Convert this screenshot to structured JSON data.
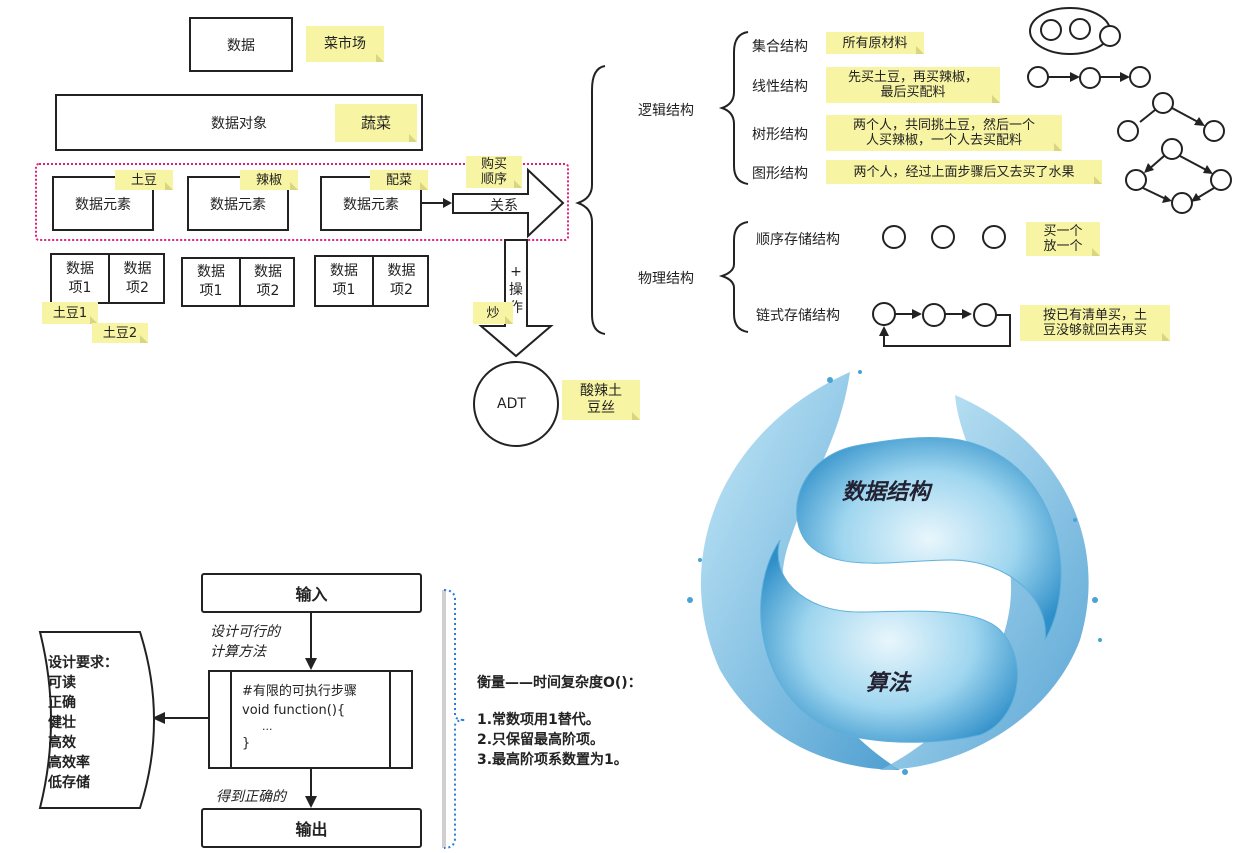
{
  "left_diagram": {
    "data": "数据",
    "market": "菜市场",
    "data_object": "数据对象",
    "vegetable": "蔬菜",
    "elements": [
      {
        "label": "数据元素",
        "note": "土豆"
      },
      {
        "label": "数据元素",
        "note": "辣椒"
      },
      {
        "label": "数据元素",
        "note": "配菜"
      }
    ],
    "buy_order": "购买\n顺序",
    "relation": "关系",
    "operation": "+\n操\n作",
    "stir_fry": "炒",
    "adt": "ADT",
    "dish": "酸辣土\n豆丝",
    "items": [
      [
        "数据\n项1",
        "数据\n项2"
      ],
      [
        "数据\n项1",
        "数据\n项2"
      ],
      [
        "数据\n项1",
        "数据\n项2"
      ]
    ],
    "potato1": "土豆1",
    "potato2": "土豆2"
  },
  "structures": {
    "logical": "逻辑结构",
    "physical": "物理结构",
    "logical_items": [
      {
        "name": "集合结构",
        "note": "所有原材料"
      },
      {
        "name": "线性结构",
        "note": "先买土豆，再买辣椒，\n最后买配料"
      },
      {
        "name": "树形结构",
        "note": "两个人，共同挑土豆，然后一个\n人买辣椒，一个人去买配料"
      },
      {
        "name": "图形结构",
        "note": "两个人，经过上面步骤后又去买了水果"
      }
    ],
    "physical_items": [
      {
        "name": "顺序存储结构",
        "note": "买一个\n放一个"
      },
      {
        "name": "链式存储结构",
        "note": "按已有清单买，土\n豆没够就回去再买"
      }
    ]
  },
  "yin_yang": {
    "top": "数据结构",
    "bottom": "算法"
  },
  "flow": {
    "input": "输入",
    "design_method": "设计可行的\n计算方法",
    "code_lines": [
      "#有限的可执行步骤",
      "void function(){",
      "...",
      "}"
    ],
    "get_correct": "得到正确的",
    "output": "输出",
    "requirements": "设计要求：\n可读\n正确\n健壮\n高效\n高效率\n低存储",
    "measure_title": "衡量——时间复杂度O()：",
    "measure_items": [
      "1.常数项用1替代。",
      "2.只保留最高阶项。",
      "3.最高阶项系数置为1。"
    ]
  },
  "colors": {
    "note": "#f7f4a3",
    "dashed_border": "#e0207a",
    "water": "#7cc6e8",
    "blue_bracket": "#2b7ddb"
  }
}
